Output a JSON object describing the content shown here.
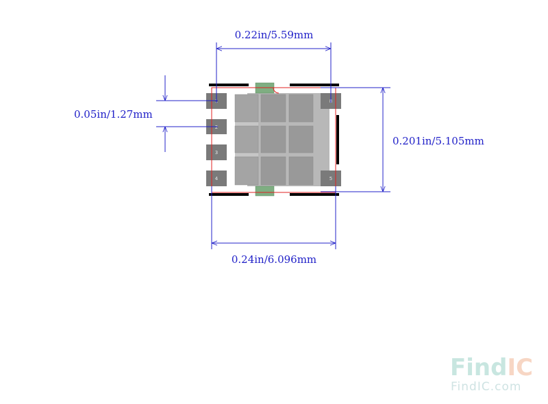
{
  "dimensions": {
    "top_width": "0.22in/5.59mm",
    "pitch": "0.05in/1.27mm",
    "height": "0.201in/5.105mm",
    "bottom_width": "0.24in/6.096mm"
  },
  "pads": {
    "left": [
      "1",
      "2",
      "3",
      "4"
    ],
    "right_top": "8",
    "right_bottom": "5"
  },
  "watermark": {
    "brand_part1": "Find",
    "brand_part2": "IC",
    "url": "FindIC.com",
    "color_part1": "#c8e6e0",
    "color_part2": "#f7d6c4"
  },
  "colors": {
    "dimension": "#2020c8",
    "outline": "#e02020",
    "pad": "#7a7a7a",
    "silkscreen": "#000000",
    "thermal": "#7fae82"
  }
}
